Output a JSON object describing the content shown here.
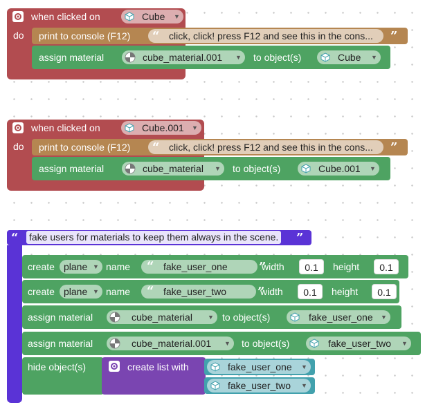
{
  "stack1": {
    "hat_label": "when clicked on",
    "hat_object": "Cube",
    "do_label": "do",
    "print_label": "print to console (F12)",
    "print_text": "click, click! press F12 and see this in the cons...",
    "assign_label": "assign material",
    "material": "cube_material.001",
    "to_objects_label": "to object(s)",
    "target_object": "Cube"
  },
  "stack2": {
    "hat_label": "when clicked on",
    "hat_object": "Cube.001",
    "do_label": "do",
    "print_label": "print to console (F12)",
    "print_text": "click, click! press F12 and see this in the cons...",
    "assign_label": "assign material",
    "material": "cube_material",
    "to_objects_label": "to object(s)",
    "target_object": "Cube.001"
  },
  "stack3": {
    "comment": "fake users for materials to keep them always in the scene.",
    "create1": {
      "label": "create",
      "type": "plane",
      "name_label": "name",
      "name": "fake_user_one",
      "width_label": "width",
      "width": "0.1",
      "height_label": "height",
      "height": "0.1"
    },
    "create2": {
      "label": "create",
      "type": "plane",
      "name_label": "name",
      "name": "fake_user_two",
      "width_label": "width",
      "width": "0.1",
      "height_label": "height",
      "height": "0.1"
    },
    "assign1": {
      "label": "assign material",
      "material": "cube_material",
      "to_label": "to object(s)",
      "object": "fake_user_one"
    },
    "assign2": {
      "label": "assign material",
      "material": "cube_material.001",
      "to_label": "to object(s)",
      "object": "fake_user_two"
    },
    "hide": {
      "label": "hide object(s)",
      "list_label": "create list with",
      "items": [
        "fake_user_one",
        "fake_user_two"
      ]
    }
  },
  "colors": {
    "event": "#b24c50",
    "print": "#b58651",
    "action": "#4ea362",
    "comment": "#5a33d6",
    "list": "#7a45b1",
    "object": "#42a1ad"
  }
}
